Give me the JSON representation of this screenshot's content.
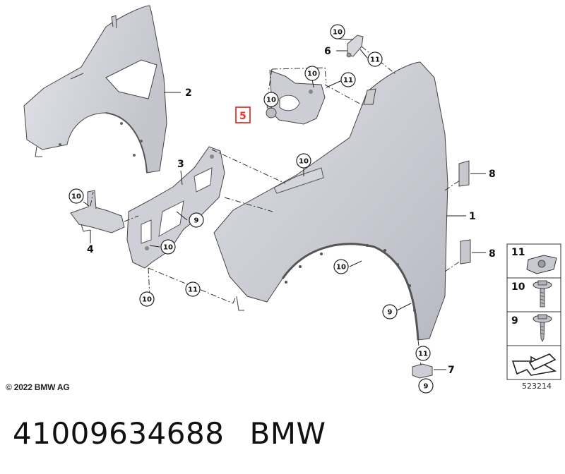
{
  "diagram": {
    "copyright": "© 2022 BMW AG",
    "diagram_id": "523214",
    "part_number": "41009634688",
    "brand": "BMW",
    "highlighted_part": "5",
    "labels": [
      "1",
      "2",
      "3",
      "4",
      "5",
      "6",
      "7",
      "8",
      "8"
    ],
    "callouts": [
      "10",
      "11",
      "10",
      "11",
      "10",
      "9",
      "10",
      "10",
      "11",
      "10",
      "10",
      "10",
      "11",
      "9"
    ],
    "legend": [
      "11",
      "10",
      "9"
    ]
  }
}
